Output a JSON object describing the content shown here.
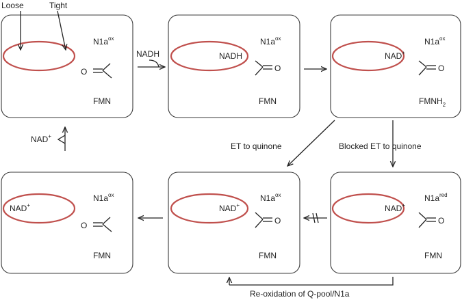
{
  "colors": {
    "ellipse": "#c0504d",
    "stroke": "#222222"
  },
  "annotations": {
    "loose": "Loose",
    "tight": "Tight"
  },
  "panels": [
    {
      "n1a": "N1a",
      "n1a_sup": "ox",
      "site": "",
      "site_sup": "",
      "fmn": "FMN",
      "fmn_sub": "",
      "carbonyl": "O=left"
    },
    {
      "n1a": "N1a",
      "n1a_sup": "ox",
      "site": "NADH",
      "site_sup": "",
      "fmn": "FMN",
      "fmn_sub": "",
      "carbonyl": "=O right"
    },
    {
      "n1a": "N1a",
      "n1a_sup": "ox",
      "site": "NAD",
      "site_sup": "+",
      "fmn": "FMNH",
      "fmn_sub": "2",
      "carbonyl": "=O right"
    },
    {
      "n1a": "N1a",
      "n1a_sup": "ox",
      "site": "NAD",
      "site_sup": "+",
      "fmn": "FMN",
      "fmn_sub": "",
      "carbonyl": "O=left"
    },
    {
      "n1a": "N1a",
      "n1a_sup": "ox",
      "site": "NAD",
      "site_sup": "+",
      "fmn": "FMN",
      "fmn_sub": "",
      "carbonyl": "=O right"
    },
    {
      "n1a": "N1a",
      "n1a_sup": "red",
      "site": "NAD",
      "site_sup": "+",
      "fmn": "FMN",
      "fmn_sub": "",
      "carbonyl": "=O right"
    }
  ],
  "oxygen": "O",
  "transitions": {
    "nadh_in": "NADH",
    "nad_out": "NAD",
    "nad_out_sup": "+",
    "et_quinone": "ET to quinone",
    "blocked_et": "Blocked ET to quinone",
    "reoxidation": "Re-oxidation of Q-pool/N1a"
  }
}
